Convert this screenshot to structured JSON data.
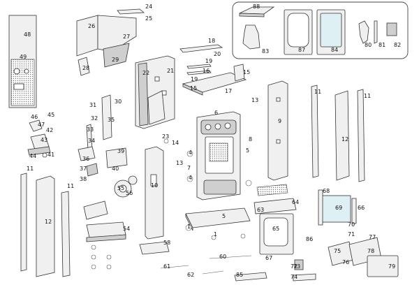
{
  "parts": [
    {
      "n": "1"
    },
    {
      "n": "4"
    },
    {
      "n": "5"
    },
    {
      "n": "6"
    },
    {
      "n": "7"
    },
    {
      "n": "8"
    },
    {
      "n": "9"
    },
    {
      "n": "10"
    },
    {
      "n": "11"
    },
    {
      "n": "12"
    },
    {
      "n": "13"
    },
    {
      "n": "14"
    },
    {
      "n": "15"
    },
    {
      "n": "16"
    },
    {
      "n": "17"
    },
    {
      "n": "18"
    },
    {
      "n": "19"
    },
    {
      "n": "20"
    },
    {
      "n": "21"
    },
    {
      "n": "22"
    },
    {
      "n": "23"
    },
    {
      "n": "24"
    },
    {
      "n": "25"
    },
    {
      "n": "26"
    },
    {
      "n": "27"
    },
    {
      "n": "28"
    },
    {
      "n": "29"
    },
    {
      "n": "30"
    },
    {
      "n": "31"
    },
    {
      "n": "32"
    },
    {
      "n": "33"
    },
    {
      "n": "34"
    },
    {
      "n": "35"
    },
    {
      "n": "36"
    },
    {
      "n": "37"
    },
    {
      "n": "38"
    },
    {
      "n": "39"
    },
    {
      "n": "40"
    },
    {
      "n": "41"
    },
    {
      "n": "42"
    },
    {
      "n": "43"
    },
    {
      "n": "44"
    },
    {
      "n": "45"
    },
    {
      "n": "46"
    },
    {
      "n": "47"
    },
    {
      "n": "48"
    },
    {
      "n": "49"
    },
    {
      "n": "54"
    },
    {
      "n": "55"
    },
    {
      "n": "56"
    },
    {
      "n": "58"
    },
    {
      "n": "60"
    },
    {
      "n": "61"
    },
    {
      "n": "62"
    },
    {
      "n": "63"
    },
    {
      "n": "64"
    },
    {
      "n": "65"
    },
    {
      "n": "66"
    },
    {
      "n": "67"
    },
    {
      "n": "68"
    },
    {
      "n": "69"
    },
    {
      "n": "70"
    },
    {
      "n": "71"
    },
    {
      "n": "72"
    },
    {
      "n": "73"
    },
    {
      "n": "74"
    },
    {
      "n": "75"
    },
    {
      "n": "76"
    },
    {
      "n": "77"
    },
    {
      "n": "78"
    },
    {
      "n": "79"
    },
    {
      "n": "80"
    },
    {
      "n": "81"
    },
    {
      "n": "82"
    },
    {
      "n": "83"
    },
    {
      "n": "84"
    },
    {
      "n": "85"
    },
    {
      "n": "86"
    },
    {
      "n": "87"
    },
    {
      "n": "88"
    }
  ]
}
